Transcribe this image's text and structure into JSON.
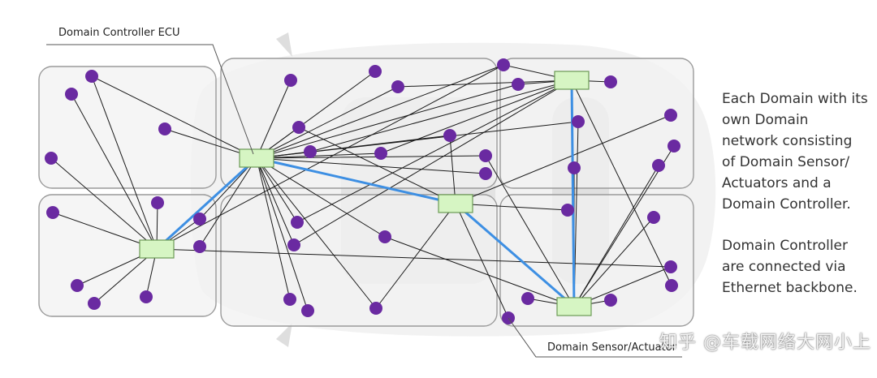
{
  "labels": {
    "ecu_callout": "Domain Controller ECU",
    "sensor_callout": "Domain Sensor/Actuator"
  },
  "description": {
    "paragraph1": [
      "Each Domain with its",
      "own Domain",
      "network consisting",
      "of Domain Sensor/",
      "Actuators and a",
      "Domain Controller."
    ],
    "paragraph2": [
      "Domain Controller",
      "are connected via",
      "Ethernet backbone."
    ]
  },
  "watermark": "知乎 @车载网络大网小上",
  "colors": {
    "domain_fill": "#f1f1f1",
    "domain_stroke": "#9a9a9a",
    "node": "#6a2aa1",
    "controller_fill": "#d6f5c3",
    "controller_stroke": "#6b9a55",
    "backbone": "#3d8fe3",
    "wire": "#1a1a1a"
  }
}
